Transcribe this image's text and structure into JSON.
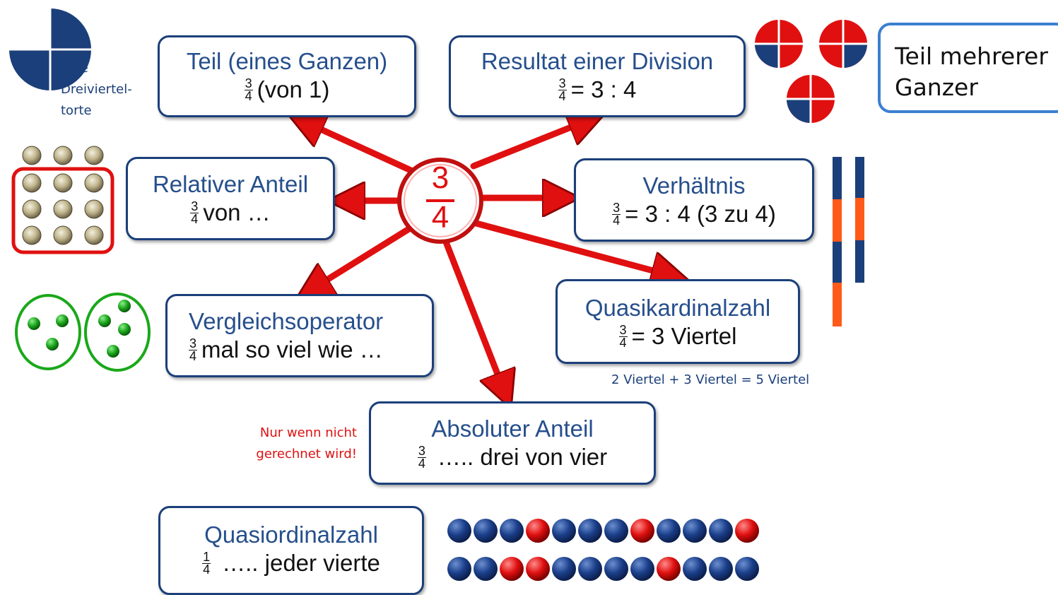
{
  "center": {
    "numerator": "3",
    "denominator": "4"
  },
  "torte": {
    "lines": [
      "Eine",
      "Dreiviertel-",
      "torte"
    ]
  },
  "teil_mehrerer": {
    "lines": [
      "Teil mehrerer",
      "Ganzer"
    ]
  },
  "boxes": {
    "teil": {
      "title": "Teil (eines Ganzen)",
      "num": "3",
      "den": "4",
      "rest": "(von 1)"
    },
    "resultat": {
      "title": "Resultat einer Division",
      "num": "3",
      "den": "4",
      "rest": "= 3 : 4"
    },
    "relativ": {
      "title": "Relativer Anteil",
      "num": "3",
      "den": "4",
      "rest": "von …"
    },
    "verhaeltnis": {
      "title": "Verhältnis",
      "num": "3",
      "den": "4",
      "rest": "= 3 : 4 (3 zu 4)"
    },
    "vergleich": {
      "title": "Vergleichsoperator",
      "num": "3",
      "den": "4",
      "rest": "mal so viel wie …"
    },
    "quasikardinal": {
      "title": "Quasikardinalzahl",
      "num": "3",
      "den": "4",
      "rest": "= 3 Viertel"
    },
    "absolut": {
      "title": "Absoluter Anteil",
      "num": "3",
      "den": "4",
      "rest": "….. drei von vier"
    },
    "quasiordinal": {
      "title": "Quasiordinalzahl",
      "num": "1",
      "den": "4",
      "rest": "….. jeder vierte"
    }
  },
  "notes": {
    "viertel_sum": "2 Viertel + 3 Viertel = 5 Viertel",
    "nur_wenn": [
      "Nur wenn nicht",
      "gerechnet wird!"
    ]
  },
  "colors": {
    "navy": "#1b3f7a",
    "red": "#e01010",
    "green": "#1aa81a",
    "orange": "#ff5a1a",
    "blue_border": "#3b7fd1"
  },
  "bead_rows": {
    "row1": [
      "b",
      "b",
      "b",
      "r",
      "b",
      "b",
      "b",
      "r",
      "b",
      "b",
      "b",
      "r"
    ],
    "row2": [
      "b",
      "b",
      "r",
      "r",
      "b",
      "b",
      "b",
      "b",
      "r",
      "b",
      "b",
      "b"
    ]
  }
}
